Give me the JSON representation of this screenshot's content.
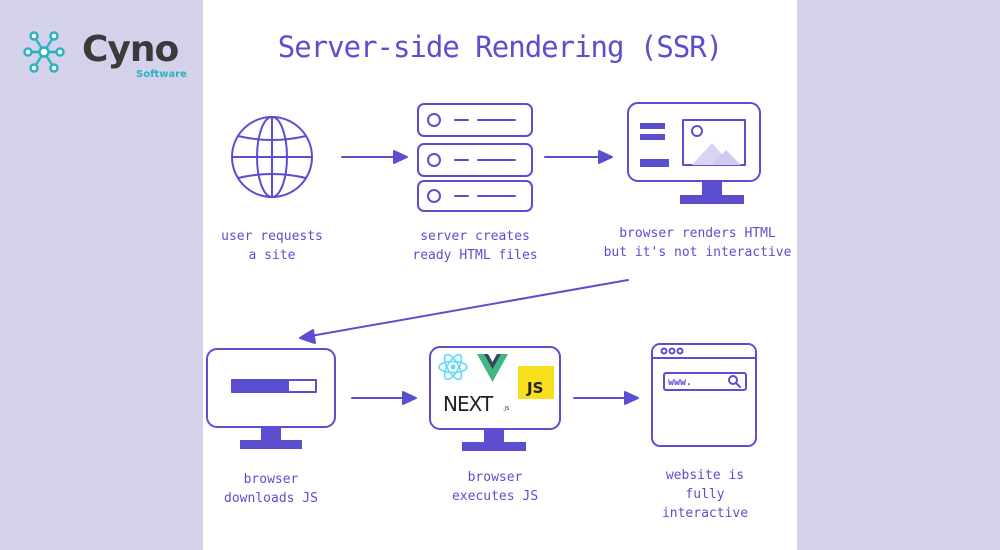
{
  "brand": {
    "name": "Cyno",
    "sub": "Software"
  },
  "title": "Server-side Rendering (SSR)",
  "steps": [
    {
      "label": "user requests\na site"
    },
    {
      "label": "server creates\nready HTML files"
    },
    {
      "label": "browser renders HTML\nbut it's not interactive"
    },
    {
      "label": "browser\ndownloads JS"
    },
    {
      "label": "browser\nexecutes JS"
    },
    {
      "label": "website is\nfully interactive"
    }
  ],
  "icons": {
    "next": "NEXT",
    "next_sub": ".JS",
    "js": "JS",
    "address": "www."
  },
  "colors": {
    "accent": "#5c4fcf",
    "teal": "#2bb3bd",
    "background": "#d4d1ea",
    "js_yellow": "#f7df1e",
    "vue_green": "#41b883",
    "react_cyan": "#61dafb"
  }
}
